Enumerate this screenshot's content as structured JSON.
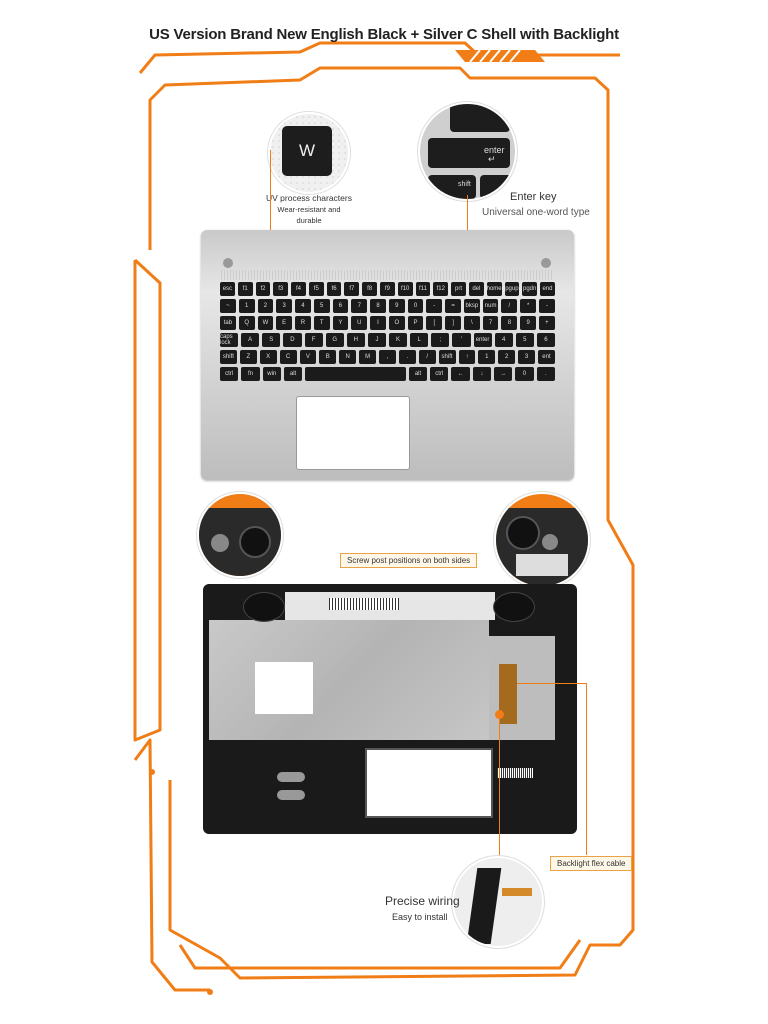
{
  "title": "US Version Brand New English Black + Silver C Shell with Backlight",
  "colors": {
    "accent": "#f07d16",
    "silver": "#d5d5d5",
    "black": "#1a1a1a"
  },
  "callouts": {
    "uv": {
      "heading": "UV process characters",
      "line1": "Wear-resistant and",
      "line2": "durable"
    },
    "enter": {
      "heading": "Enter key",
      "sub": "Universal one-word type"
    },
    "screw": {
      "text": "Screw post positions on both sides"
    },
    "flex": {
      "text": "Backlight flex cable"
    },
    "wiring": {
      "heading": "Precise wiring",
      "sub": "Easy to install"
    }
  },
  "zoom": {
    "w_key": "W",
    "enter_key": "enter",
    "shift_key": "shift"
  },
  "keyboard": {
    "row1": [
      "esc",
      "f1",
      "f2",
      "f3",
      "f4",
      "f5",
      "f6",
      "f7",
      "f8",
      "f9",
      "f10",
      "f11",
      "f12",
      "prt",
      "del",
      "home",
      "pgup",
      "pgdn",
      "end"
    ],
    "row2": [
      "~",
      "1",
      "2",
      "3",
      "4",
      "5",
      "6",
      "7",
      "8",
      "9",
      "0",
      "-",
      "=",
      "bksp",
      "num",
      "/",
      "*",
      "-"
    ],
    "row3": [
      "tab",
      "Q",
      "W",
      "E",
      "R",
      "T",
      "Y",
      "U",
      "I",
      "O",
      "P",
      "[",
      "]",
      "\\",
      "7",
      "8",
      "9",
      "+"
    ],
    "row4": [
      "caps lock",
      "A",
      "S",
      "D",
      "F",
      "G",
      "H",
      "J",
      "K",
      "L",
      ";",
      "'",
      "enter",
      "4",
      "5",
      "6"
    ],
    "row5": [
      "shift",
      "Z",
      "X",
      "C",
      "V",
      "B",
      "N",
      "M",
      ",",
      ".",
      "/",
      "shift",
      "↑",
      "1",
      "2",
      "3",
      "ent"
    ],
    "row6": [
      "ctrl",
      "fn",
      "win",
      "alt",
      "",
      "alt",
      "ctrl",
      "←",
      "↓",
      "→",
      "0",
      "."
    ]
  }
}
